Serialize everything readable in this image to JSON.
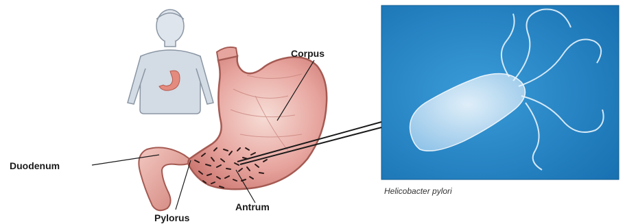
{
  "labels": {
    "corpus": "Corpus",
    "duodenum": "Duodenum",
    "pylorus": "Pylorus",
    "antrum": "Antrum"
  },
  "caption": "Helicobacter pylori",
  "colors": {
    "stomach_fill": "#e8a6a0",
    "stomach_outline": "#a45a52",
    "body_silhouette": "#d3dbe4",
    "panel_blue": "#1d7fc1",
    "bacterium": "#cfe7f7"
  },
  "icons": [
    "human-figure-icon",
    "stomach-icon",
    "bacterium-icon"
  ]
}
